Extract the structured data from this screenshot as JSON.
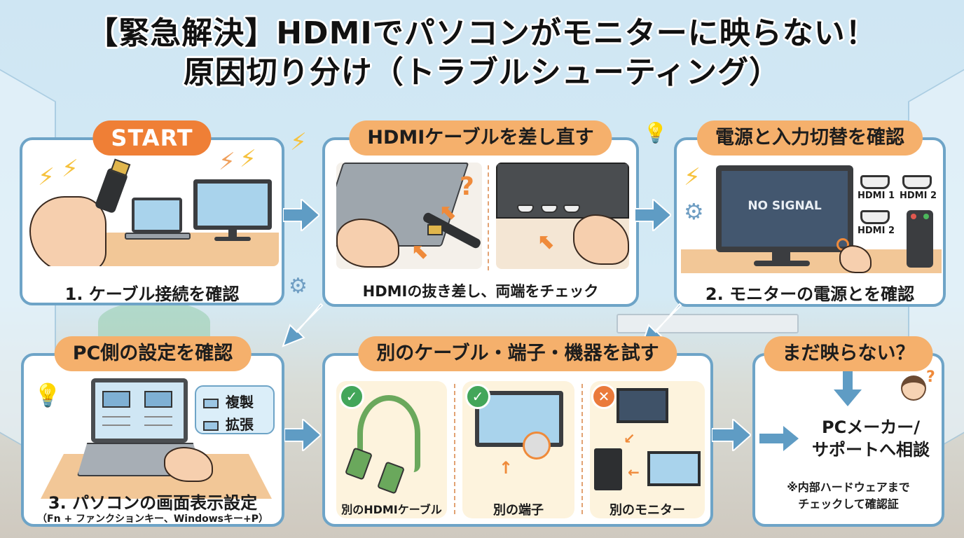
{
  "title": {
    "line1": "【緊急解決】HDMIでパソコンがモニターに映らない！",
    "line2": "原因切り分け（トラブルシューティング）"
  },
  "colors": {
    "card_border": "#6ea4c7",
    "badge_orange": "#f5b06c",
    "start_orange": "#ef7f36",
    "arrow_blue": "#5f9cc4",
    "ok_green": "#43a65a",
    "ng_orange": "#ea7a3b"
  },
  "steps": [
    {
      "badge": "START",
      "caption": "1. ケーブル接続を確認"
    },
    {
      "badge": "HDMIケーブルを差し直す",
      "caption": "HDMIの抜き差し、両端をチェック",
      "question_mark": "?"
    },
    {
      "badge": "電源と入力切替を確認",
      "caption": "2. モニターの電源とを確認",
      "screen_text": "NO SIGNAL",
      "ports": [
        "HDMI 1",
        "HDMI 2",
        "HDMI 2"
      ]
    },
    {
      "badge": "PC側の設定を確認",
      "caption": "3. パソコンの画面表示設定",
      "subcaption": "（Fn + ファンクションキー、Windowsキー+P）",
      "options": [
        "複製",
        "拡張"
      ]
    },
    {
      "badge": "別のケーブル・端子・機器を試す",
      "items": [
        {
          "label": "別のHDMIケーブル",
          "status": "ok",
          "mark": "✓"
        },
        {
          "label": "別の端子",
          "status": "ok",
          "mark": "✓"
        },
        {
          "label": "別のモニター",
          "status": "ng",
          "mark": "✕"
        }
      ]
    },
    {
      "badge": "まだ映らない？",
      "main": [
        "PCメーカー/",
        "サポートへ相談"
      ],
      "note": [
        "※内部ハードウェアまで",
        "チェックして確認証"
      ],
      "question_mark": "?"
    }
  ],
  "icons": [
    "lightning-icon",
    "gear-icon",
    "lightbulb-icon",
    "arrow-icon",
    "check-icon",
    "cross-icon",
    "worried-face-icon"
  ]
}
